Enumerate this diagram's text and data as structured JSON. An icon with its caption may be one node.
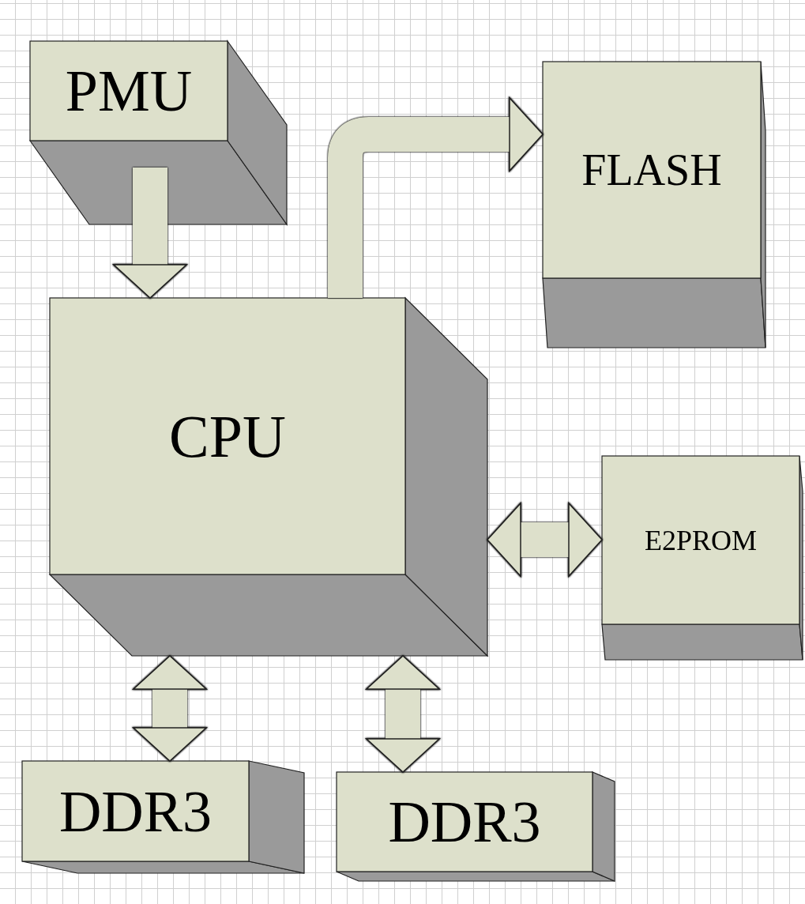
{
  "diagram": {
    "nodes": [
      {
        "text": [
          "PMU"
        ]
      },
      {
        "text": [
          "FLASH"
        ]
      },
      {
        "text": [
          "CPU"
        ]
      },
      {
        "text": [
          "E2PROM"
        ]
      },
      {
        "text": [
          "DDR3"
        ]
      },
      {
        "text": [
          "DDR3"
        ]
      }
    ],
    "edges": [
      {
        "from": 0,
        "to": 2,
        "arrow": "to"
      },
      {
        "from": 2,
        "to": 1,
        "arrow": "to"
      },
      {
        "from": 2,
        "to": 3,
        "arrow": "both"
      },
      {
        "from": 2,
        "to": 4,
        "arrow": "both"
      },
      {
        "from": 2,
        "to": 5,
        "arrow": "both"
      }
    ]
  }
}
